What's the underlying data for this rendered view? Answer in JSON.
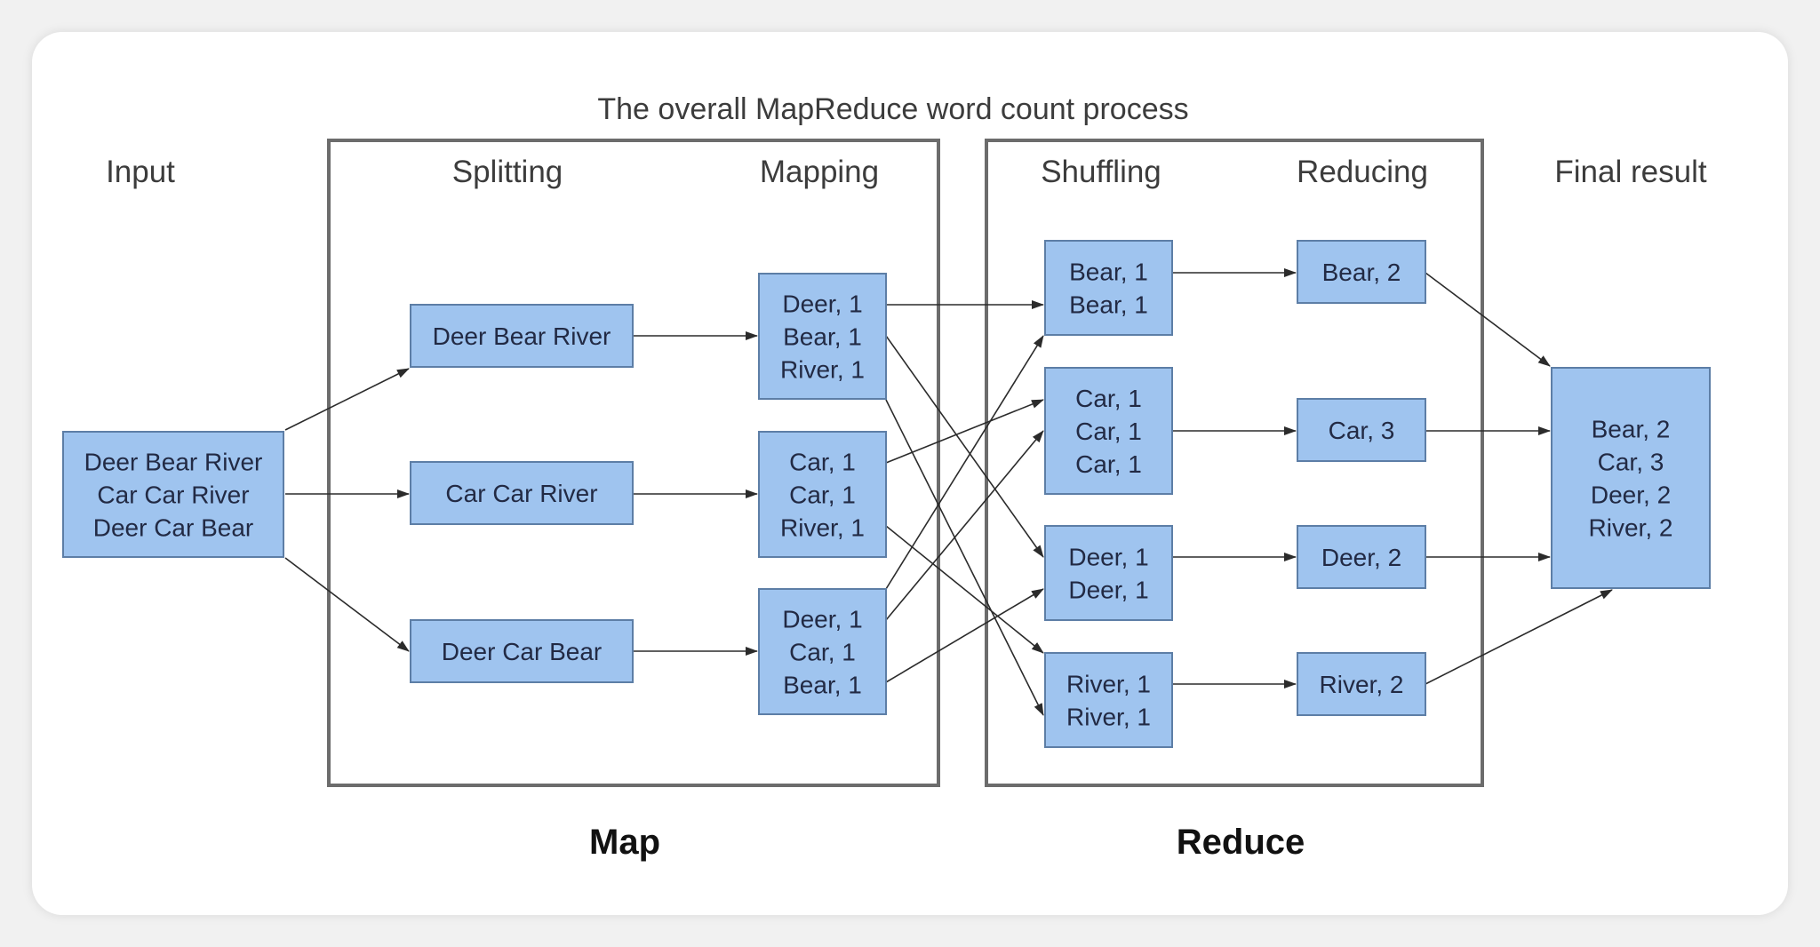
{
  "title": "The overall MapReduce word count process",
  "headers": {
    "input": "Input",
    "splitting": "Splitting",
    "mapping": "Mapping",
    "shuffling": "Shuffling",
    "reducing": "Reducing",
    "final": "Final result"
  },
  "phases": {
    "map": "Map",
    "reduce": "Reduce"
  },
  "colors": {
    "box_fill": "#9fc4ef",
    "box_border": "#5d7ea6",
    "group_border": "#6c6c6c"
  },
  "nodes": {
    "input": [
      "Deer Bear River",
      "Car Car River",
      "Deer Car Bear"
    ],
    "split1": [
      "Deer Bear River"
    ],
    "split2": [
      "Car Car River"
    ],
    "split3": [
      "Deer Car Bear"
    ],
    "map1": [
      "Deer, 1",
      "Bear, 1",
      "River, 1"
    ],
    "map2": [
      "Car, 1",
      "Car, 1",
      "River, 1"
    ],
    "map3": [
      "Deer, 1",
      "Car, 1",
      "Bear, 1"
    ],
    "shuf_bear": [
      "Bear, 1",
      "Bear, 1"
    ],
    "shuf_car": [
      "Car, 1",
      "Car, 1",
      "Car, 1"
    ],
    "shuf_deer": [
      "Deer, 1",
      "Deer, 1"
    ],
    "shuf_river": [
      "River, 1",
      "River, 1"
    ],
    "red_bear": [
      "Bear, 2"
    ],
    "red_car": [
      "Car, 3"
    ],
    "red_deer": [
      "Deer, 2"
    ],
    "red_river": [
      "River, 2"
    ],
    "final": [
      "Bear, 2",
      "Car, 3",
      "Deer, 2",
      "River, 2"
    ]
  },
  "edges": [
    [
      "input",
      "split1"
    ],
    [
      "input",
      "split2"
    ],
    [
      "input",
      "split3"
    ],
    [
      "split1",
      "map1"
    ],
    [
      "split2",
      "map2"
    ],
    [
      "split3",
      "map3"
    ],
    [
      "map1",
      "shuf_bear"
    ],
    [
      "map1",
      "shuf_deer"
    ],
    [
      "map1",
      "shuf_river"
    ],
    [
      "map2",
      "shuf_car"
    ],
    [
      "map2",
      "shuf_river"
    ],
    [
      "map3",
      "shuf_bear"
    ],
    [
      "map3",
      "shuf_car"
    ],
    [
      "map3",
      "shuf_deer"
    ],
    [
      "shuf_bear",
      "red_bear"
    ],
    [
      "shuf_car",
      "red_car"
    ],
    [
      "shuf_deer",
      "red_deer"
    ],
    [
      "shuf_river",
      "red_river"
    ],
    [
      "red_bear",
      "final"
    ],
    [
      "red_car",
      "final"
    ],
    [
      "red_deer",
      "final"
    ],
    [
      "red_river",
      "final"
    ]
  ]
}
